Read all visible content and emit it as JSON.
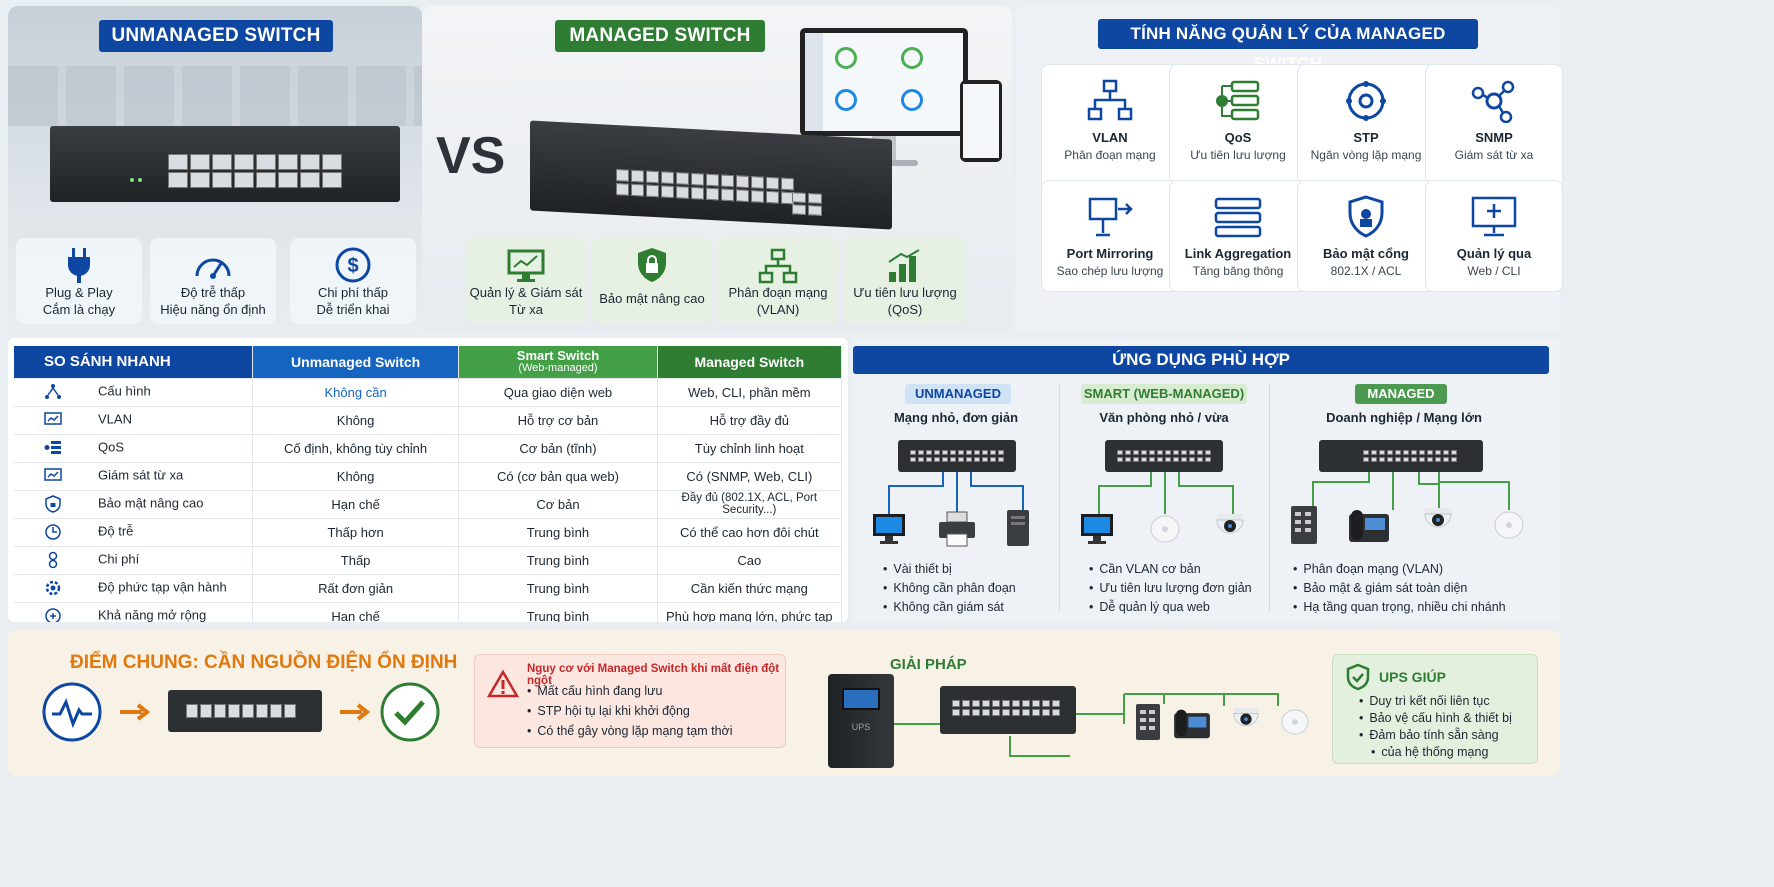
{
  "top": {
    "unmanaged": {
      "title": "UNMANAGED SWITCH",
      "features": [
        {
          "icon": "plug-icon",
          "l1": "Plug & Play",
          "l2": "Cắm là chạy"
        },
        {
          "icon": "speedometer-icon",
          "l1": "Độ trễ thấp",
          "l2": "Hiệu năng ổn định"
        },
        {
          "icon": "dollar-icon",
          "l1": "Chi phí thấp",
          "l2": "Dễ triển khai"
        }
      ]
    },
    "vs": "VS",
    "managed": {
      "title": "MANAGED SWITCH",
      "features": [
        {
          "icon": "monitor-chart-icon",
          "l1": "Quản lý & Giám sát",
          "l2": "Từ xa"
        },
        {
          "icon": "shield-lock-icon",
          "l1": "Bảo mật nâng cao",
          "l2": ""
        },
        {
          "icon": "hierarchy-icon",
          "l1": "Phân đoạn mạng",
          "l2": "(VLAN)"
        },
        {
          "icon": "bar-chart-icon",
          "l1": "Ưu tiên lưu lượng",
          "l2": "(QoS)"
        }
      ]
    },
    "features_panel": {
      "title": "TÍNH NĂNG QUẢN LÝ CỦA MANAGED SWITCH",
      "items": [
        {
          "icon": "vlan-icon",
          "t": "VLAN",
          "s": "Phân đoạn mạng"
        },
        {
          "icon": "qos-icon",
          "t": "QoS",
          "s": "Ưu tiên lưu lượng"
        },
        {
          "icon": "stp-icon",
          "t": "STP",
          "s": "Ngăn vòng lặp mạng"
        },
        {
          "icon": "snmp-icon",
          "t": "SNMP",
          "s": "Giám sát từ xa"
        },
        {
          "icon": "port-mirroring-icon",
          "t": "Port Mirroring",
          "s": "Sao chép lưu lượng"
        },
        {
          "icon": "link-aggregation-icon",
          "t": "Link Aggregation",
          "s": "Tăng băng thông"
        },
        {
          "icon": "port-security-icon",
          "t": "Bảo mật cổng",
          "s": "802.1X / ACL"
        },
        {
          "icon": "web-cli-icon",
          "t": "Quản lý qua",
          "s": "Web / CLI"
        }
      ]
    }
  },
  "compare": {
    "headers": [
      "SO SÁNH NHANH",
      "Unmanaged Switch",
      "Smart Switch",
      "(Web-managed)",
      "Managed Switch"
    ],
    "rows": [
      {
        "icon": "config-icon",
        "label": "Cấu hình",
        "u": "Không cần",
        "s": "Qua giao diện web",
        "m": "Web, CLI, phần mềm"
      },
      {
        "icon": "vlan-monitor-icon",
        "label": "VLAN",
        "u": "Không",
        "s": "Hỗ trợ cơ bản",
        "m": "Hỗ trợ đầy đủ"
      },
      {
        "icon": "qos-row-icon",
        "label": "QoS",
        "u": "Cố định, không tùy chỉnh",
        "s": "Cơ bản (tĩnh)",
        "m": "Tùy chỉnh linh hoạt"
      },
      {
        "icon": "monitor-icon",
        "label": "Giám sát từ xa",
        "u": "Không",
        "s": "Có (cơ bản qua web)",
        "m": "Có (SNMP, Web, CLI)"
      },
      {
        "icon": "shield-icon",
        "label": "Bảo mật nâng cao",
        "u": "Hạn chế",
        "s": "Cơ bản",
        "m": "Đầy đủ (802.1X, ACL, Port Security...)"
      },
      {
        "icon": "clock-icon",
        "label": "Độ trễ",
        "u": "Thấp hơn",
        "s": "Trung bình",
        "m": "Có thể cao hơn đôi chút"
      },
      {
        "icon": "cost-icon",
        "label": "Chi phí",
        "u": "Thấp",
        "s": "Trung bình",
        "m": "Cao"
      },
      {
        "icon": "gear-icon",
        "label": "Độ phức tạp vận hành",
        "u": "Rất đơn giản",
        "s": "Trung bình",
        "m": "Cần kiến thức mạng"
      },
      {
        "icon": "scale-icon",
        "label": "Khả năng mở rộng",
        "u": "Hạn chế",
        "s": "Trung bình",
        "m": "Phù hợp mạng lớn, phức tạp"
      }
    ]
  },
  "apps": {
    "title": "ỨNG DỤNG PHÙ HỢP",
    "cols": [
      {
        "tag": "UNMANAGED",
        "sub": "Mạng nhỏ, đơn giản",
        "bullets": [
          "Vài thiết bị",
          "Không cần phân đoạn",
          "Không cần giám sát"
        ],
        "devices": [
          "pc-icon",
          "printer-icon",
          "server-icon"
        ]
      },
      {
        "tag": "SMART (WEB-MANAGED)",
        "sub": "Văn phòng nhỏ / vừa",
        "bullets": [
          "Cần VLAN cơ bản",
          "Ưu tiên lưu lượng đơn giản",
          "Dễ quản lý qua web"
        ],
        "devices": [
          "pc-icon",
          "access-point-icon",
          "camera-icon"
        ]
      },
      {
        "tag": "MANAGED",
        "sub": "Doanh nghiệp / Mạng lớn",
        "bullets": [
          "Phân đoạn mạng (VLAN)",
          "Bảo mật & giám sát toàn diện",
          "Hạ tầng quan trọng, nhiều chi nhánh"
        ],
        "devices": [
          "switch-icon",
          "ip-phone-icon",
          "camera-icon",
          "access-point-icon"
        ]
      }
    ]
  },
  "bottom": {
    "title": "ĐIỂM CHUNG: CẦN NGUỒN ĐIỆN ỔN ĐỊNH",
    "risk": {
      "title": "Nguy cơ với Managed Switch khi mất điện đột ngột",
      "bullets": [
        "Mất cấu hình đang lưu",
        "STP hội tụ lại khi khởi động",
        "Có thể gây vòng lặp mạng tạm thời"
      ]
    },
    "solution": "GIẢI PHÁP",
    "ups_label": "UPS",
    "ups": {
      "title": "UPS GIÚP",
      "bullets": [
        "Duy trì kết nối liên tục",
        "Bảo vệ cấu hình & thiết bị",
        "Đảm bảo tính sẵn sàng",
        "của hệ thống mạng"
      ]
    }
  },
  "colors": {
    "blue": "#0d47a1",
    "green": "#2e7d32",
    "orange": "#e07a10",
    "red": "#c62828"
  }
}
